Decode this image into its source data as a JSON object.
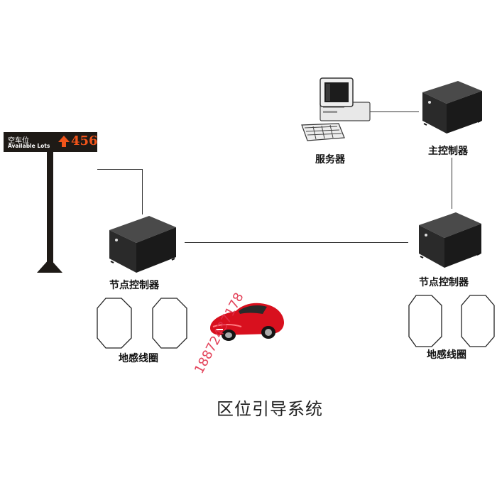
{
  "sign": {
    "title_cn": "空车位",
    "title_en": "Available Lots",
    "count": "456"
  },
  "nodes": {
    "server_label": "服务器",
    "main_controller_label": "主控制器",
    "node_controller_left_label": "节点控制器",
    "node_controller_right_label": "节点控制器",
    "loop_left_label": "地感线圈",
    "loop_right_label": "地感线圈"
  },
  "diagram_title": "区位引导系统",
  "watermark": "18872437178",
  "colors": {
    "sign_bg": "#1e1a16",
    "sign_number": "#f0541a",
    "car_red": "#d8101e",
    "watermark": "#e0304a",
    "controller_box": "#2c2c2c"
  }
}
